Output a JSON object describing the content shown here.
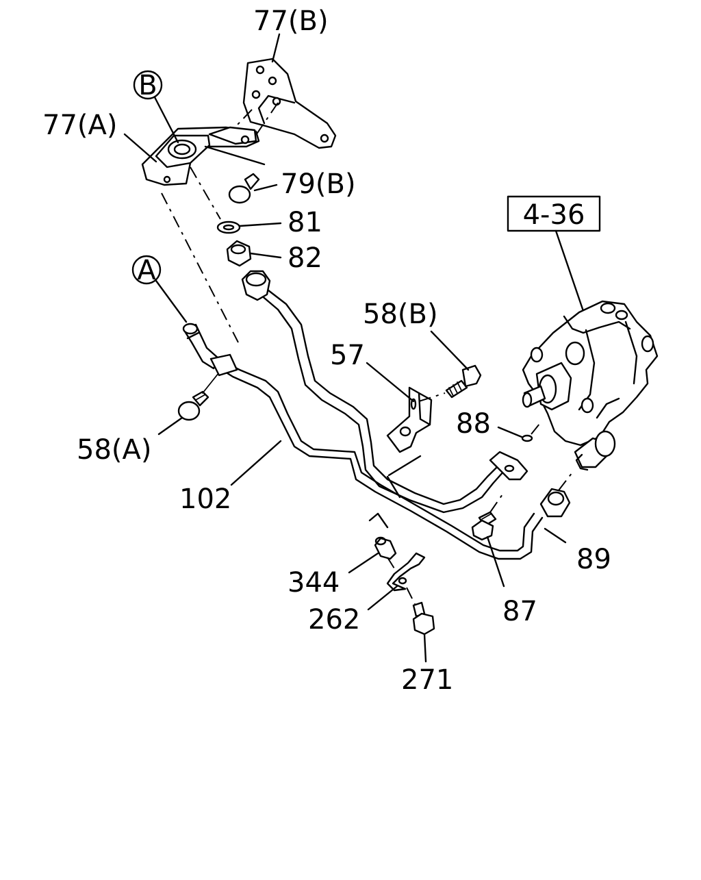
{
  "labels": {
    "l77b": "77(B)",
    "l77a": "77(A)",
    "circB": "B",
    "circA": "A",
    "l79b": "79(B)",
    "l81": "81",
    "l82": "82",
    "l436": "4-36",
    "l58b": "58(B)",
    "l57": "57",
    "l88": "88",
    "l58a": "58(A)",
    "l102": "102",
    "l89": "89",
    "l344": "344",
    "l87": "87",
    "l262": "262",
    "l271": "271"
  }
}
